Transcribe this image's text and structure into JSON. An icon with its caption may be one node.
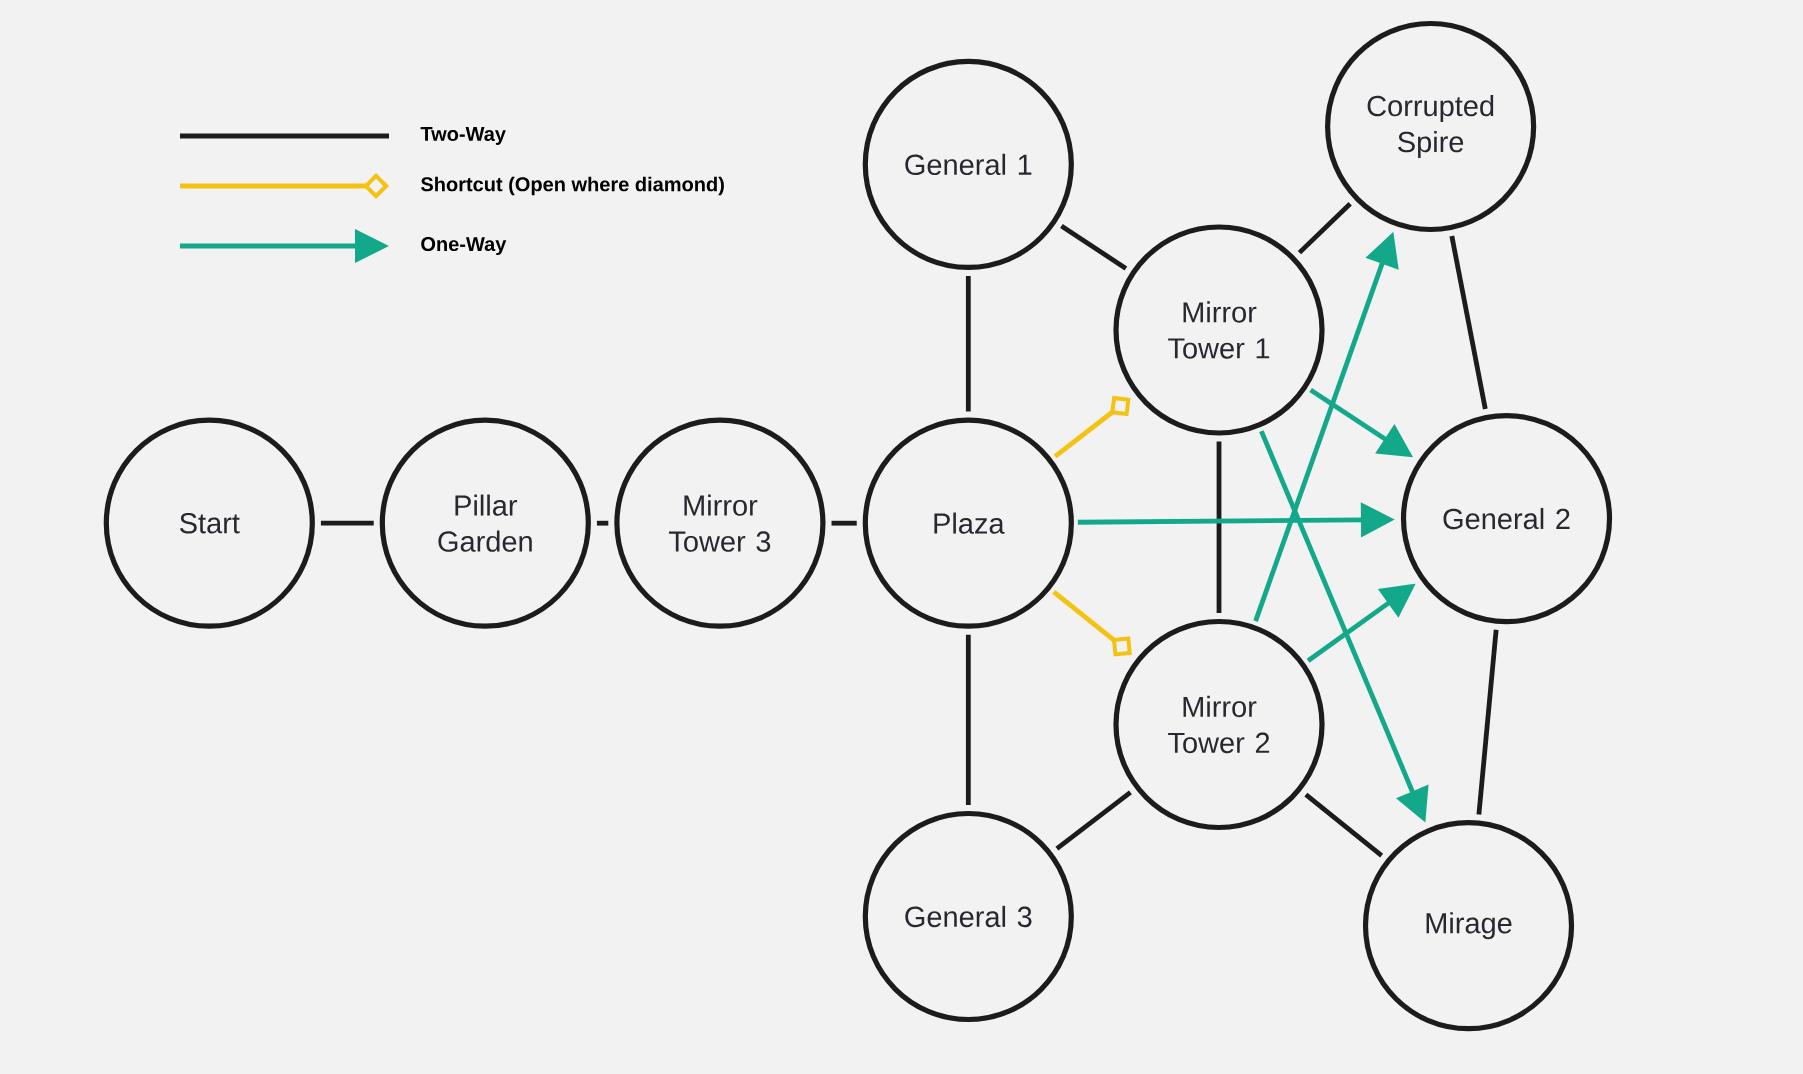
{
  "diagram": {
    "nodes": [
      {
        "text": [
          "Start"
        ]
      },
      {
        "text": [
          "Pillar Garden"
        ]
      },
      {
        "text": [
          "Mirror Tower 3"
        ]
      },
      {
        "text": [
          "Plaza"
        ]
      },
      {
        "text": [
          "General 1"
        ]
      },
      {
        "text": [
          "Corrupted Spire"
        ]
      },
      {
        "text": [
          "Mirror Tower 1"
        ]
      },
      {
        "text": [
          "General 2"
        ]
      },
      {
        "text": [
          "Mirror Tower 2"
        ]
      },
      {
        "text": [
          "General 3"
        ]
      },
      {
        "text": [
          "Mirage"
        ]
      }
    ],
    "edges": [
      {
        "from": 0,
        "to": 1,
        "arrow": "none"
      },
      {
        "from": 1,
        "to": 2,
        "arrow": "none"
      },
      {
        "from": 2,
        "to": 3,
        "arrow": "none"
      },
      {
        "from": 3,
        "to": 4,
        "arrow": "none"
      },
      {
        "from": 3,
        "to": 9,
        "arrow": "none"
      },
      {
        "from": 4,
        "to": 6,
        "arrow": "none"
      },
      {
        "from": 6,
        "to": 5,
        "arrow": "none"
      },
      {
        "from": 5,
        "to": 7,
        "arrow": "none"
      },
      {
        "from": 6,
        "to": 8,
        "arrow": "none"
      },
      {
        "from": 8,
        "to": 9,
        "arrow": "none"
      },
      {
        "from": 8,
        "to": 10,
        "arrow": "none"
      },
      {
        "from": 7,
        "to": 10,
        "arrow": "none"
      },
      {
        "from": 3,
        "to": 6,
        "arrow": "other",
        "color": "#f5c211"
      },
      {
        "from": 3,
        "to": 8,
        "arrow": "other",
        "color": "#f5c211"
      },
      {
        "from": 3,
        "to": 7,
        "arrow": "to",
        "color": "#13a88a"
      },
      {
        "from": 6,
        "to": 7,
        "arrow": "to",
        "color": "#13a88a"
      },
      {
        "from": 6,
        "to": 10,
        "arrow": "to",
        "color": "#13a88a"
      },
      {
        "from": 8,
        "to": 5,
        "arrow": "to",
        "color": "#13a88a"
      },
      {
        "from": 8,
        "to": 7,
        "arrow": "to",
        "color": "#13a88a"
      }
    ],
    "legend": [
      {
        "text": "Two-Way"
      },
      {
        "text": "Shortcut (Open where diamond)"
      },
      {
        "text": "One-Way"
      }
    ]
  }
}
